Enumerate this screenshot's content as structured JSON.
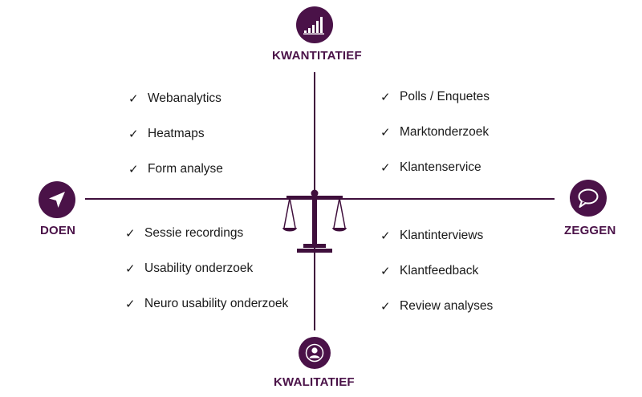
{
  "colors": {
    "accent": "#4a1248",
    "line": "#3f0f3c",
    "text": "#1a1a1a"
  },
  "axes": {
    "top": {
      "label": "KWANTITATIEF",
      "icon": "bar-chart-icon"
    },
    "bottom": {
      "label": "KWALITATIEF",
      "icon": "user-icon"
    },
    "left": {
      "label": "DOEN",
      "icon": "navigation-arrow-icon"
    },
    "right": {
      "label": "ZEGGEN",
      "icon": "speech-bubble-icon"
    }
  },
  "center_icon": "balance-scale-icon",
  "check_mark": "✓",
  "quadrants": {
    "top_left": {
      "items": [
        "Webanalytics",
        "Heatmaps",
        "Form analyse"
      ]
    },
    "top_right": {
      "items": [
        "Polls / Enquetes",
        "Marktonderzoek",
        "Klantenservice"
      ]
    },
    "bottom_left": {
      "items": [
        "Sessie recordings",
        "Usability onderzoek",
        "Neuro usability onderzoek"
      ]
    },
    "bottom_right": {
      "items": [
        "Klantinterviews",
        "Klantfeedback",
        "Review analyses"
      ]
    }
  }
}
